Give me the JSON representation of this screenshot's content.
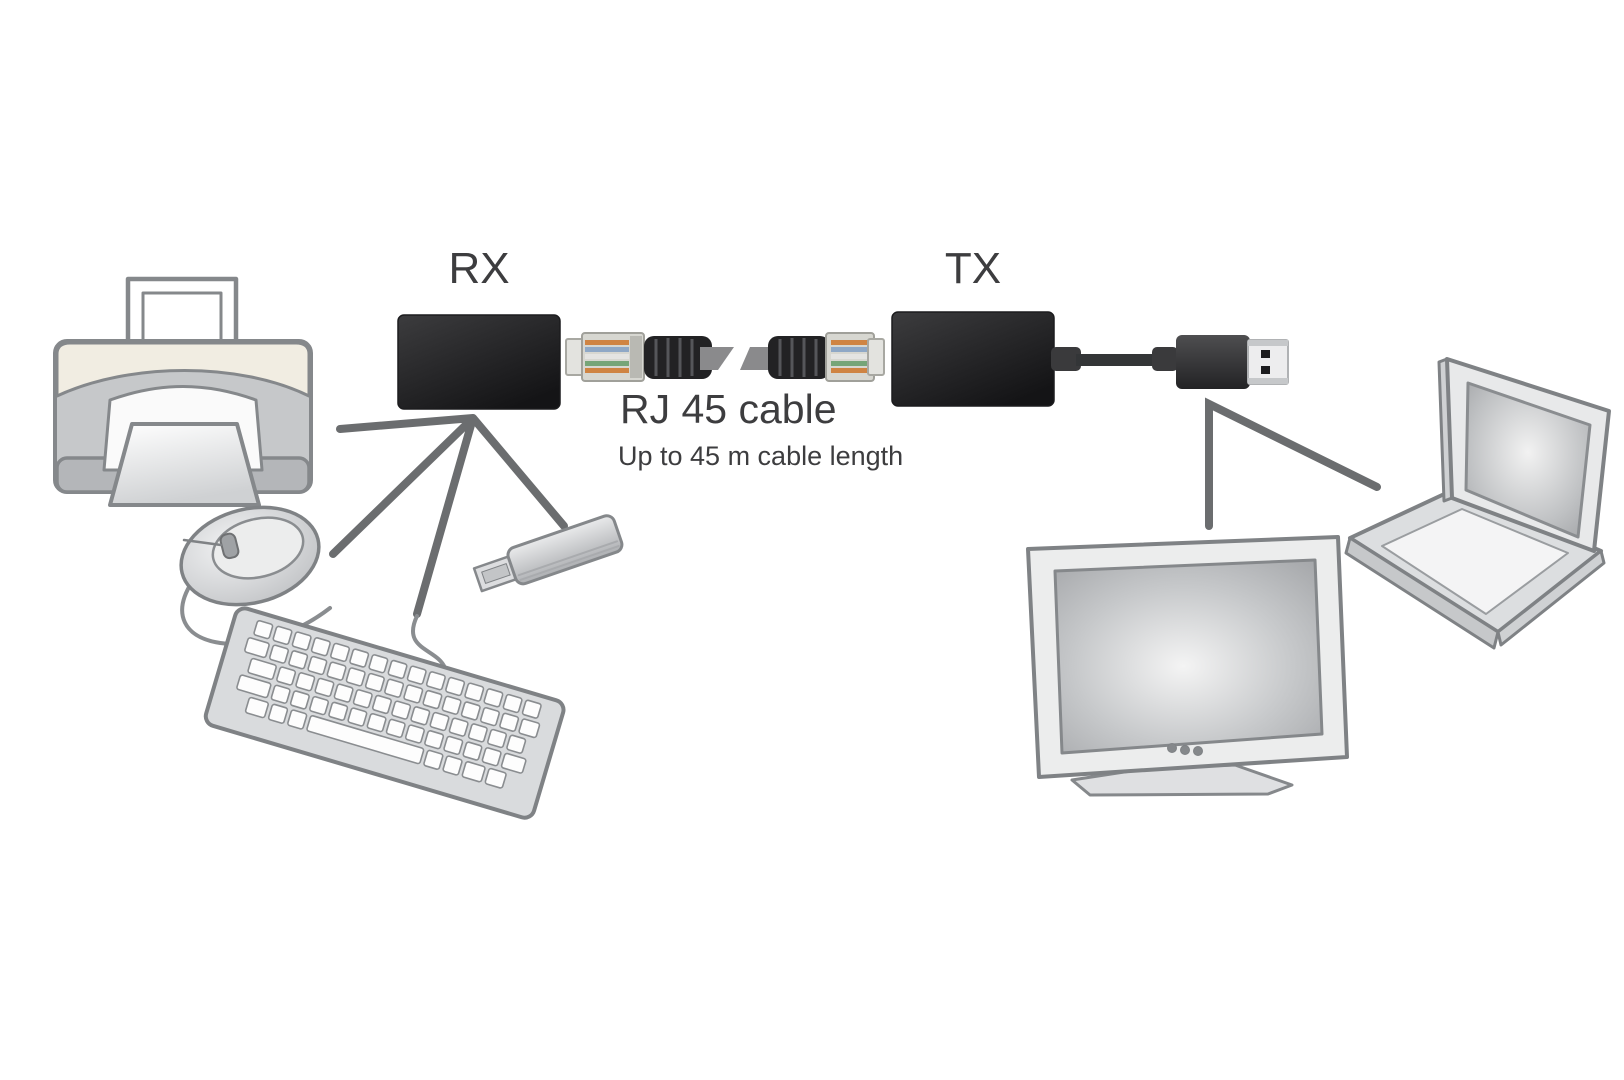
{
  "labels": {
    "rx": "RX",
    "tx": "TX",
    "cable_title": "RJ 45 cable",
    "cable_subtitle": "Up to 45 m cable length"
  },
  "devices": {
    "left_unit": "RX extender unit",
    "right_unit": "TX extender unit with USB plug",
    "peripherals": [
      "printer",
      "mouse",
      "keyboard",
      "usb-flash-drive"
    ],
    "computers": [
      "desktop-monitor",
      "laptop"
    ]
  },
  "colors": {
    "extender_box": "#2a2a2c",
    "connection_line": "#6b6d6f",
    "sketch_outline": "#7f8285",
    "label_text": "#3d3d3f",
    "printer_top": "#f1ede2"
  }
}
